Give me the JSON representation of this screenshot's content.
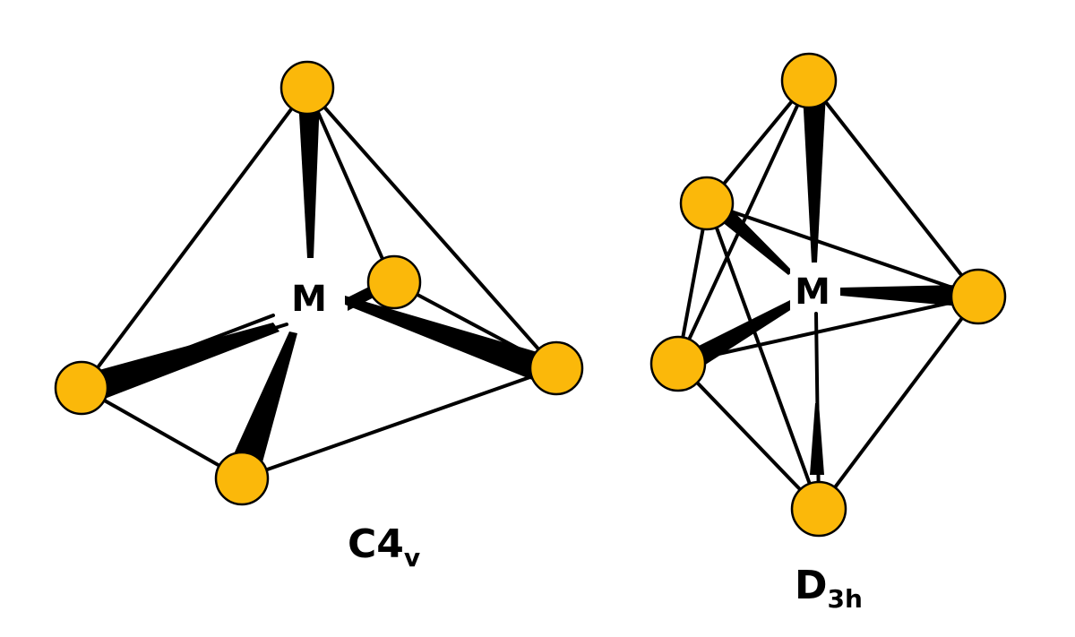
{
  "colors": {
    "atom_fill": "#fbb80a",
    "stroke": "#000000",
    "background": "#ffffff"
  },
  "structures": [
    {
      "id": "c4v",
      "center_label": "M",
      "caption": {
        "main": "C4",
        "subscript": "v"
      }
    },
    {
      "id": "d3h",
      "center_label": "M",
      "caption": {
        "main": "D",
        "subscript": "3h"
      }
    }
  ]
}
